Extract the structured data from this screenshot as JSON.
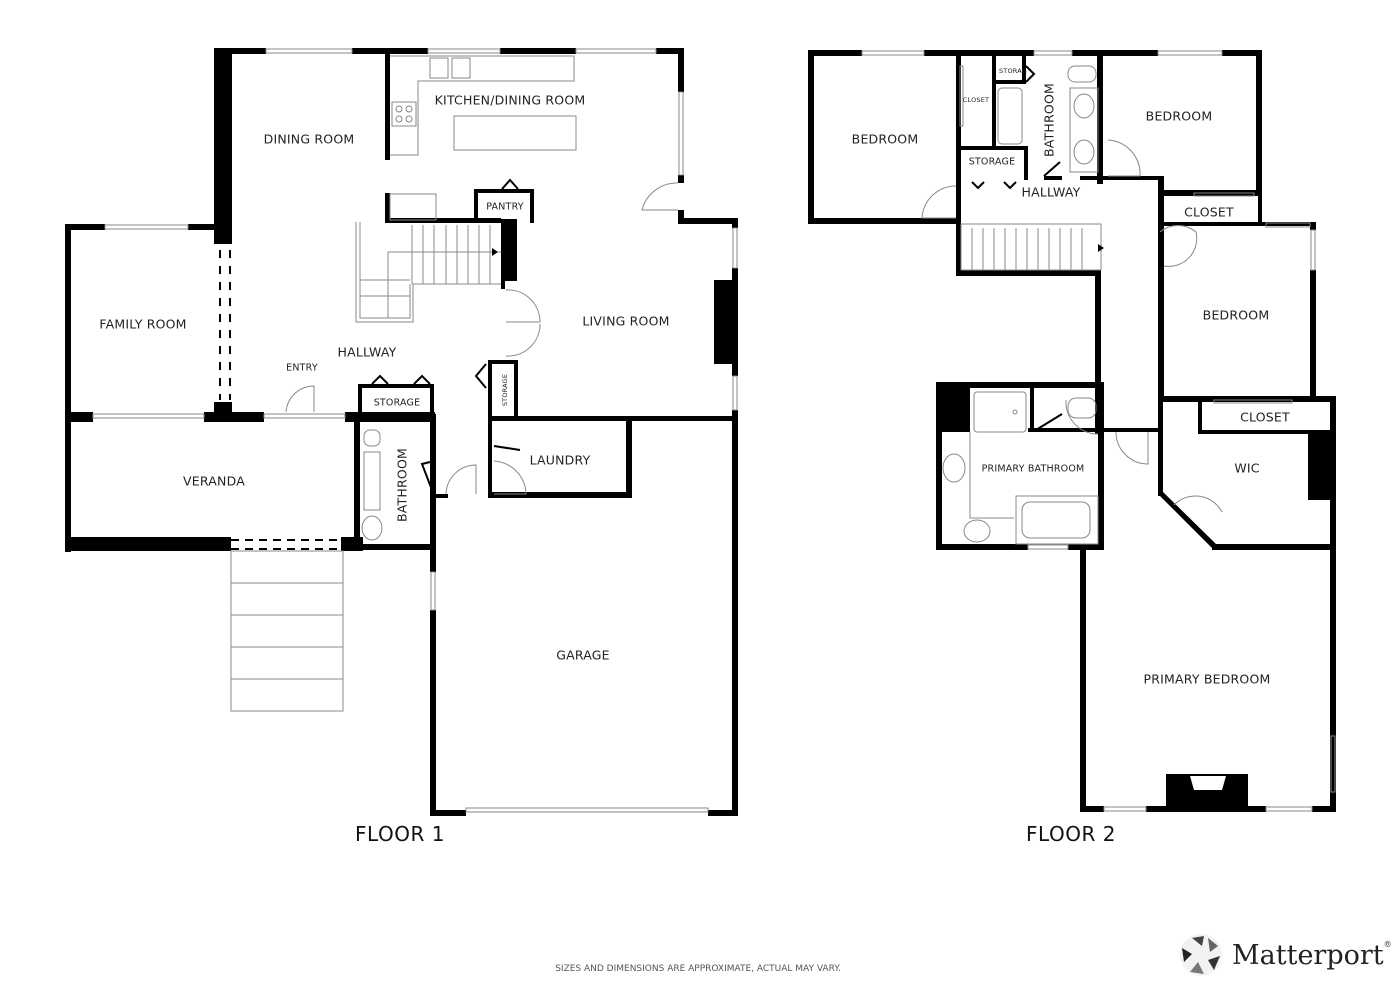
{
  "floors": [
    {
      "title": "FLOOR 1",
      "rooms": {
        "dining_room": "DINING ROOM",
        "kitchen_dining_room": "KITCHEN/DINING ROOM",
        "pantry": "PANTRY",
        "family_room": "FAMILY ROOM",
        "hallway": "HALLWAY",
        "entry": "ENTRY",
        "living_room": "LIVING ROOM",
        "storage_hall": "STORAGE",
        "storage_small": "STORAGE",
        "veranda": "VERANDA",
        "bathroom": "BATHROOM",
        "laundry": "LAUNDRY",
        "garage": "GARAGE"
      }
    },
    {
      "title": "FLOOR 2",
      "rooms": {
        "bedroom_nw": "BEDROOM",
        "closet_small": "CLOSET",
        "storage_top": "STORAG",
        "storage_mid": "STORAGE",
        "bathroom": "BATHROOM",
        "bedroom_ne": "BEDROOM",
        "hallway": "HALLWAY",
        "closet_ne": "CLOSET",
        "bedroom_e": "BEDROOM",
        "closet_e": "CLOSET",
        "primary_bathroom": "PRIMARY BATHROOM",
        "wic": "WIC",
        "primary_bedroom": "PRIMARY BEDROOM"
      }
    }
  ],
  "footer": {
    "disclaimer": "SIZES AND DIMENSIONS ARE APPROXIMATE, ACTUAL MAY VARY.",
    "brand": "Matterport",
    "brand_mark": "®",
    "brand_icon": "matterport-logo-icon"
  },
  "colors": {
    "wall": "#000000",
    "fixture": "#888888",
    "background": "#ffffff"
  }
}
